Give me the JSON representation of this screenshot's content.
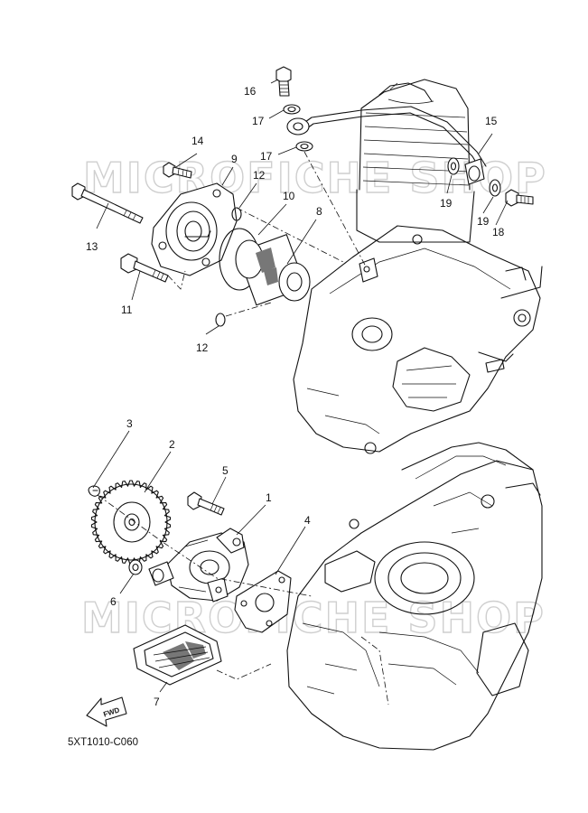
{
  "watermark": "MICROFICHE SHOP",
  "diagram_code": "5XT1010-C060",
  "fwd_label": "FWD",
  "callouts": [
    {
      "id": "c1",
      "label": "1"
    },
    {
      "id": "c2",
      "label": "2"
    },
    {
      "id": "c3",
      "label": "3"
    },
    {
      "id": "c4",
      "label": "4"
    },
    {
      "id": "c5",
      "label": "5"
    },
    {
      "id": "c6",
      "label": "6"
    },
    {
      "id": "c7",
      "label": "7"
    },
    {
      "id": "c8",
      "label": "8"
    },
    {
      "id": "c9",
      "label": "9"
    },
    {
      "id": "c10",
      "label": "10"
    },
    {
      "id": "c11",
      "label": "11"
    },
    {
      "id": "c12a",
      "label": "12"
    },
    {
      "id": "c12b",
      "label": "12"
    },
    {
      "id": "c13",
      "label": "13"
    },
    {
      "id": "c14",
      "label": "14"
    },
    {
      "id": "c15",
      "label": "15"
    },
    {
      "id": "c16",
      "label": "16"
    },
    {
      "id": "c17a",
      "label": "17"
    },
    {
      "id": "c17b",
      "label": "17"
    },
    {
      "id": "c18",
      "label": "18"
    },
    {
      "id": "c19a",
      "label": "19"
    },
    {
      "id": "c19b",
      "label": "19"
    }
  ]
}
